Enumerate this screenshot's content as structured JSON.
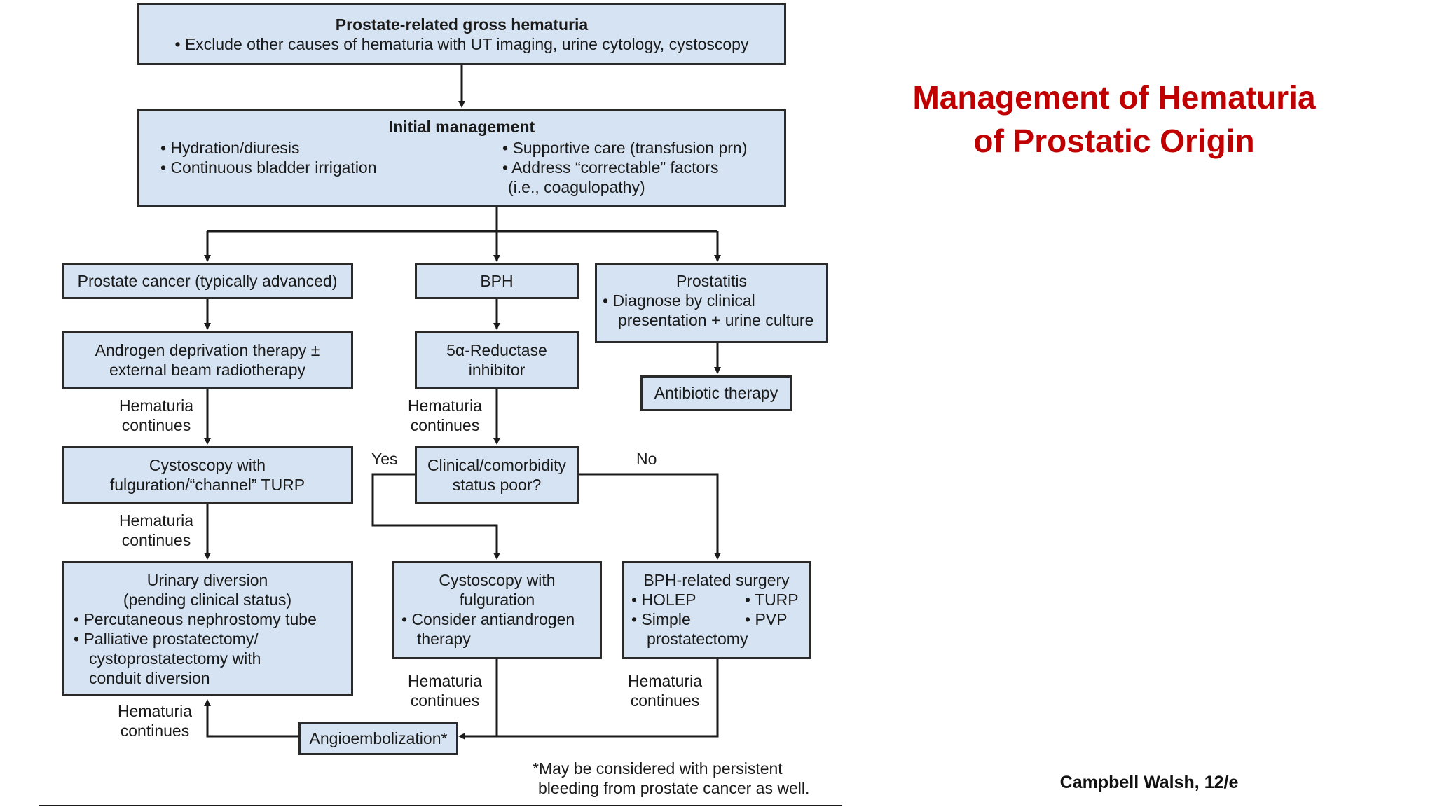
{
  "title": {
    "line1": "Management of Hematuria",
    "line2": "of Prostatic Origin"
  },
  "credit": "Campbell Walsh, 12/e",
  "footnote": {
    "line1": "*May be considered with persistent",
    "line2": "bleeding from prostate cancer as well."
  },
  "flow": {
    "top": {
      "title": "Prostate-related gross hematuria",
      "bullet": "• Exclude other causes of hematuria with UT imaging, urine cytology, cystoscopy"
    },
    "initial": {
      "title": "Initial management",
      "left1": "• Hydration/diuresis",
      "left2": "• Continuous bladder irrigation",
      "right1": "• Supportive care (transfusion prn)",
      "right2": "• Address “correctable” factors",
      "right3": "(i.e., coagulopathy)"
    },
    "cancer": "Prostate cancer (typically advanced)",
    "bph": "BPH",
    "prostatitis": {
      "title": "Prostatitis",
      "b1": "• Diagnose by clinical",
      "b2": "presentation + urine culture"
    },
    "adt": {
      "line1": "Androgen deprivation therapy ±",
      "line2": "external beam radiotherapy"
    },
    "reductase": {
      "line1": "5α-Reductase",
      "line2": "inhibitor"
    },
    "antibiotic": "Antibiotic therapy",
    "cysto_turp": {
      "line1": "Cystoscopy with",
      "line2": "fulguration/“channel” TURP"
    },
    "clinical": {
      "line1": "Clinical/comorbidity",
      "line2": "status poor?"
    },
    "yes": "Yes",
    "no": "No",
    "diversion": {
      "line1": "Urinary diversion",
      "line2": "(pending clinical status)",
      "b1": "• Percutaneous nephrostomy tube",
      "b2": "• Palliative prostatectomy/",
      "b3": "cystoprostatectomy with",
      "b4": "conduit diversion"
    },
    "cysto_fulg": {
      "line1": "Cystoscopy with",
      "line2": "fulguration",
      "b1": "• Consider antiandrogen",
      "b2": "therapy"
    },
    "bph_surgery": {
      "title": "BPH-related surgery",
      "b1": "• HOLEP",
      "b2": "• TURP",
      "b3": "• Simple",
      "b4": "• PVP",
      "b5": "prostatectomy"
    },
    "angio": "Angioembolization*",
    "hematuria_label_1": "Hematuria",
    "hematuria_label_2": "continues"
  }
}
